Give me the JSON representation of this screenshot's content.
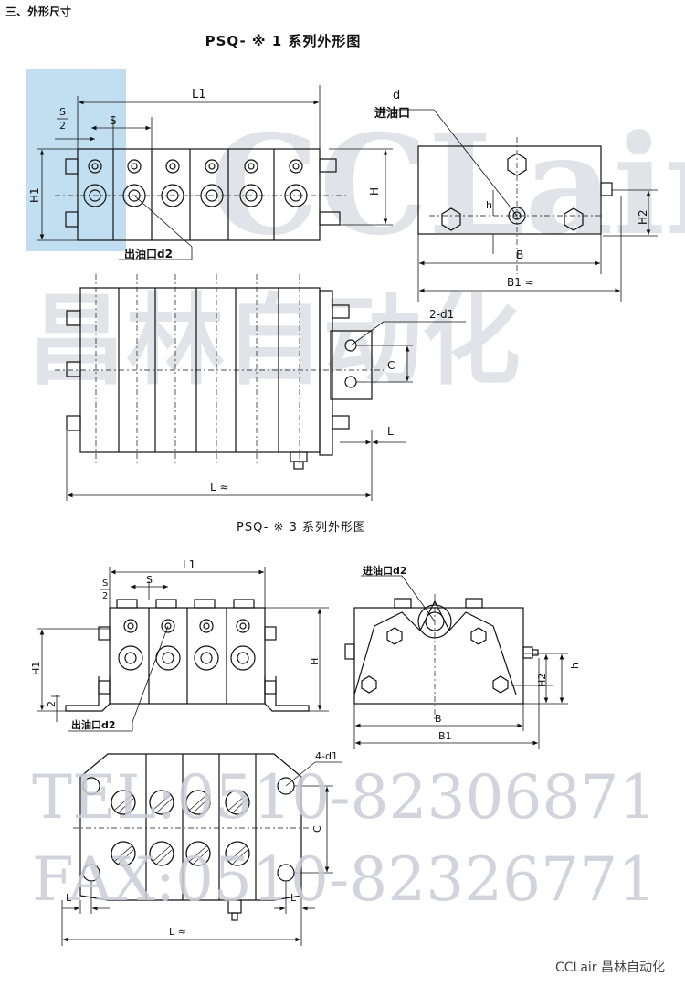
{
  "heading": "三、外形尺寸",
  "drawing1": {
    "title": "PSQ- ※ 1 系列外形图",
    "labels": {
      "s_num": "S",
      "s_den": "2",
      "s": "S",
      "l1": "L1",
      "h1": "H1",
      "h": "H",
      "outlet": "出油口d2",
      "d": "d",
      "inlet": "进油口",
      "h_small": "h",
      "h2": "H2",
      "b": "B",
      "b1": "B1 ≈",
      "two_d1": "2-d1",
      "c": "C",
      "l": "L",
      "l_total": "L ≈"
    }
  },
  "drawing3": {
    "title": "PSQ- ※ 3 系列外形图",
    "labels": {
      "s_num": "S",
      "s_den": "2",
      "s": "S",
      "l1": "L1",
      "h1": "H1",
      "h": "H",
      "two": "2",
      "outlet": "出油口d2",
      "inlet": "进油口d2",
      "h_small": "h",
      "h2": "H2",
      "b": "B",
      "b1": "B1",
      "four_d1": "4-d1",
      "c": "C",
      "l_left": "L",
      "l_right": "L",
      "l_total": "L ≈"
    }
  },
  "watermark": {
    "brand": "CCLair",
    "brand_cn": "昌林自动化",
    "tel": "TEL:0510-82306871",
    "fax": "FAX:0510-82326771"
  },
  "footer": "CCLair 昌林自动化"
}
